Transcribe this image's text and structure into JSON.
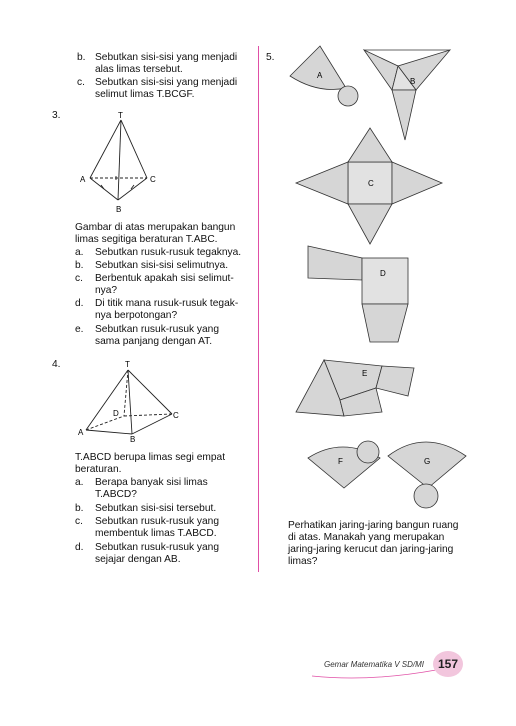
{
  "left": {
    "q2_items": [
      {
        "letter": "b.",
        "line1": "Sebutkan sisi-sisi yang menjadi",
        "line2": "alas limas tersebut."
      },
      {
        "letter": "c.",
        "line1": "Sebutkan sisi-sisi yang menjadi",
        "line2": "selimut limas T.BCGF."
      }
    ],
    "q3": {
      "number": "3.",
      "labels": {
        "T": "T",
        "A": "A",
        "C": "C",
        "B": "B"
      },
      "intro": [
        "Gambar di atas merupakan bangun",
        "limas segitiga beraturan T.ABC."
      ],
      "items": [
        {
          "letter": "a.",
          "lines": [
            "Sebutkan rusuk-rusuk tegaknya."
          ]
        },
        {
          "letter": "b.",
          "lines": [
            "Sebutkan sisi-sisi selimutnya."
          ]
        },
        {
          "letter": "c.",
          "lines": [
            "Berbentuk apakah sisi selimut-",
            "nya?"
          ]
        },
        {
          "letter": "d.",
          "lines": [
            "Di titik mana rusuk-rusuk tegak-",
            "nya berpotongan?"
          ]
        },
        {
          "letter": "e.",
          "lines": [
            "Sebutkan rusuk-rusuk yang",
            "sama panjang dengan AT."
          ]
        }
      ]
    },
    "q4": {
      "number": "4.",
      "labels": {
        "T": "T",
        "D": "D",
        "C": "C",
        "A": "A",
        "B": "B"
      },
      "intro": [
        "T.ABCD berupa limas segi empat",
        "beraturan."
      ],
      "items": [
        {
          "letter": "a.",
          "lines": [
            "Berapa banyak sisi limas",
            "T.ABCD?"
          ]
        },
        {
          "letter": "b.",
          "lines": [
            "Sebutkan sisi-sisi tersebut."
          ]
        },
        {
          "letter": "c.",
          "lines": [
            "Sebutkan rusuk-rusuk yang",
            "membentuk limas T.ABCD."
          ]
        },
        {
          "letter": "d.",
          "lines": [
            "Sebutkan rusuk-rusuk yang",
            "sejajar dengan AB."
          ]
        }
      ]
    }
  },
  "right": {
    "q5": {
      "number": "5.",
      "nets": {
        "A": "A",
        "B": "B",
        "C": "C",
        "D": "D",
        "E": "E",
        "F": "F",
        "G": "G"
      },
      "question": [
        "Perhatikan jaring-jaring bangun ruang",
        "di atas. Manakah yang merupakan",
        "jaring-jaring kerucut dan jaring-jaring",
        "limas?"
      ]
    }
  },
  "footer": {
    "book_title": "Gemar Matematika V SD/MI",
    "page_number": "157"
  },
  "colors": {
    "divider": "#e04fa6",
    "net_fill": "#d6d6d6",
    "badge": "#f2c6dd"
  }
}
